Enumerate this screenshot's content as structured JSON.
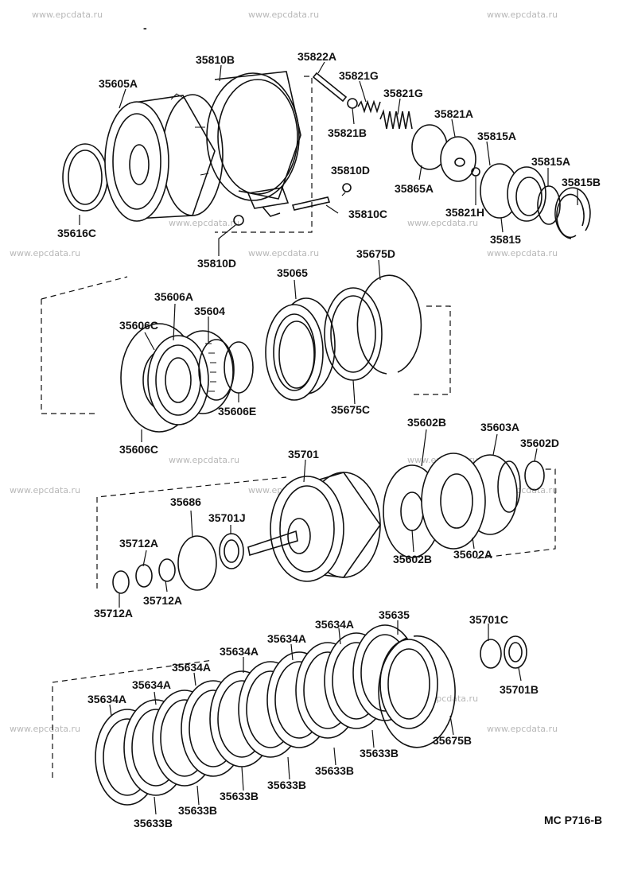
{
  "watermark": "www.epcdata.ru",
  "diagram_code": "MC P716-B",
  "mark": "-",
  "parts": {
    "p35605A": "35605A",
    "p35810B": "35810B",
    "p35822A": "35822A",
    "p35821G_1": "35821G",
    "p35821G_2": "35821G",
    "p35821B": "35821B",
    "p35821A": "35821A",
    "p35815A_1": "35815A",
    "p35815A_2": "35815A",
    "p35815B": "35815B",
    "p35810D_1": "35810D",
    "p35865A": "35865A",
    "p35821H": "35821H",
    "p35815": "35815",
    "p35810C": "35810C",
    "p35616C": "35616C",
    "p35810D_2": "35810D",
    "p35675D": "35675D",
    "p35065": "35065",
    "p35606A": "35606A",
    "p35604": "35604",
    "p35606C_1": "35606C",
    "p35606E": "35606E",
    "p35675C": "35675C",
    "p35606C_2": "35606C",
    "p35602B_1": "35602B",
    "p35603A": "35603A",
    "p35602D": "35602D",
    "p35701": "35701",
    "p35686": "35686",
    "p35701J": "35701J",
    "p35712A_1": "35712A",
    "p35712A_2": "35712A",
    "p35712A_3": "35712A",
    "p35602B_2": "35602B",
    "p35602A": "35602A",
    "p35635": "35635",
    "p35634A_1": "35634A",
    "p35634A_2": "35634A",
    "p35634A_3": "35634A",
    "p35634A_4": "35634A",
    "p35634A_5": "35634A",
    "p35634A_6": "35634A",
    "p35701C": "35701C",
    "p35701B": "35701B",
    "p35633B_1": "35633B",
    "p35633B_2": "35633B",
    "p35633B_3": "35633B",
    "p35633B_4": "35633B",
    "p35633B_5": "35633B",
    "p35633B_6": "35633B",
    "p35675B": "35675B"
  }
}
